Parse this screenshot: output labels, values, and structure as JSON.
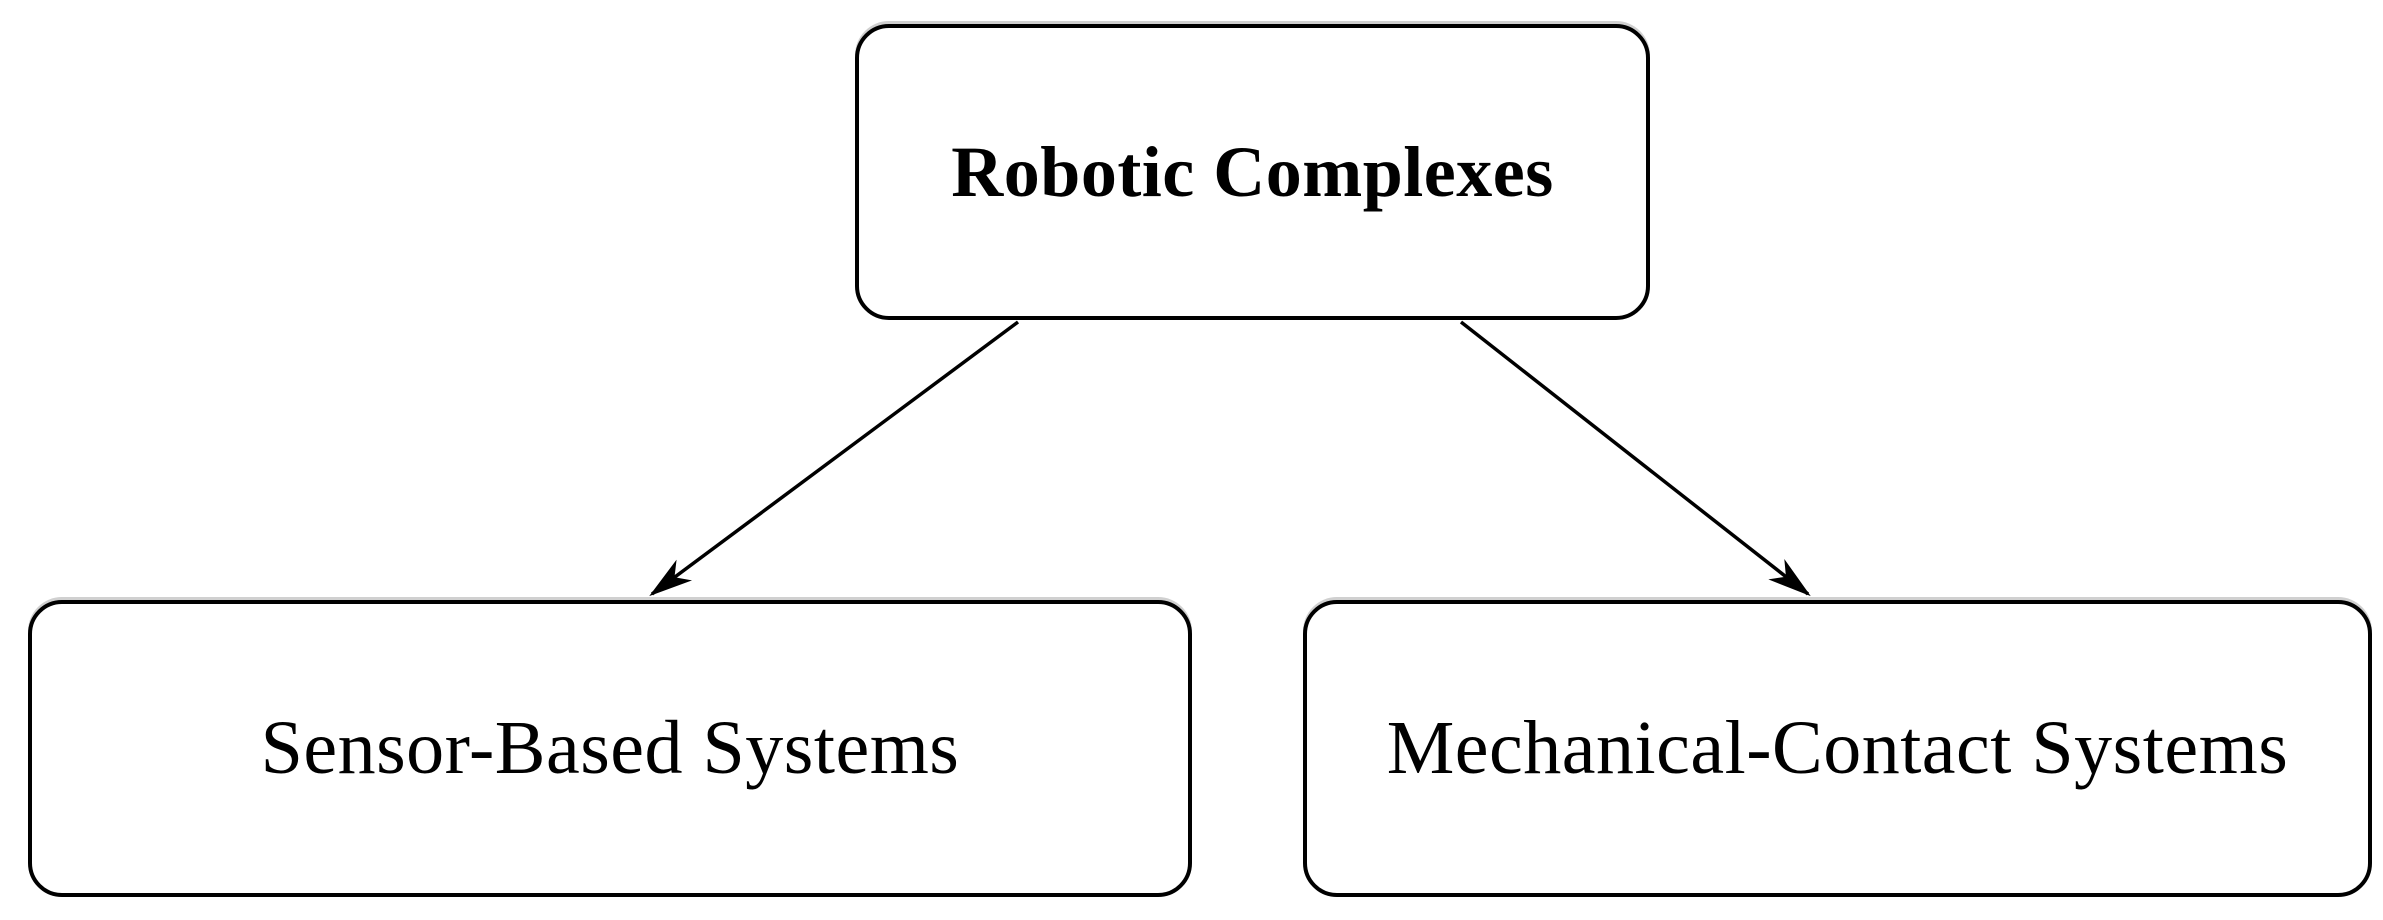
{
  "diagram": {
    "type": "hierarchy-flowchart",
    "background_color": "#ffffff",
    "node_border_color": "#000000",
    "node_fill_color": "#ffffff",
    "text_color": "#000000",
    "arrow_color": "#000000",
    "nodes": {
      "root": {
        "label": "Robotic Complexes",
        "emphasis": "bold"
      },
      "left": {
        "label": "Sensor-Based Systems",
        "emphasis": "normal"
      },
      "right": {
        "label": "Mechanical-Contact Systems",
        "emphasis": "normal"
      }
    },
    "edges": [
      {
        "from": "Robotic Complexes",
        "to": "Sensor-Based Systems",
        "style": "arrow"
      },
      {
        "from": "Robotic Complexes",
        "to": "Mechanical-Contact Systems",
        "style": "arrow"
      }
    ]
  }
}
